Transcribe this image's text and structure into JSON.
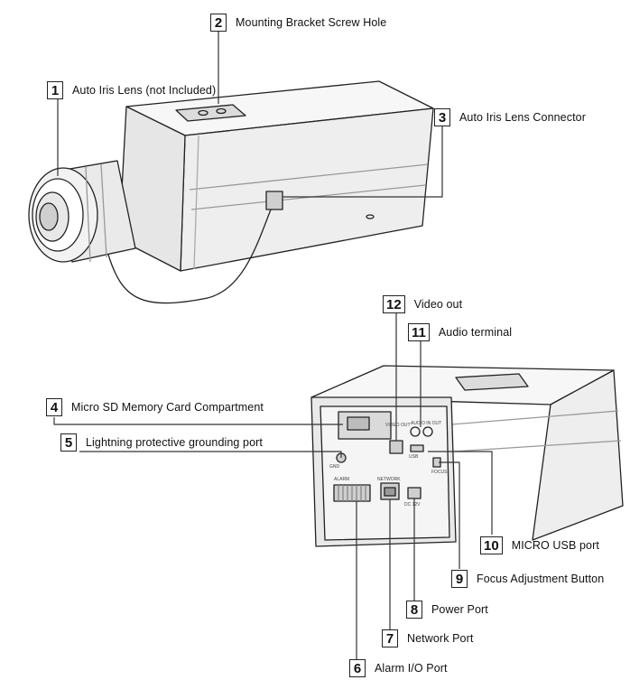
{
  "callouts": [
    {
      "num": "1",
      "label": "Auto Iris Lens (not Included)"
    },
    {
      "num": "2",
      "label": "Mounting Bracket Screw Hole"
    },
    {
      "num": "3",
      "label": "Auto Iris Lens Connector"
    },
    {
      "num": "4",
      "label": "Micro SD Memory Card Compartment"
    },
    {
      "num": "5",
      "label": "Lightning protective grounding port"
    },
    {
      "num": "6",
      "label": "Alarm I/O Port"
    },
    {
      "num": "7",
      "label": "Network Port"
    },
    {
      "num": "8",
      "label": "Power Port"
    },
    {
      "num": "9",
      "label": "Focus Adjustment Button"
    },
    {
      "num": "10",
      "label": "MICRO USB port"
    },
    {
      "num": "11",
      "label": "Audio terminal"
    },
    {
      "num": "12",
      "label": "Video out"
    }
  ],
  "panel_labels": {
    "video": "VIDEO OUT",
    "audio": "AUDIO IN OUT",
    "usb": "USB",
    "focus": "FOCUS",
    "ground": "GND",
    "network": "NETWORK",
    "power": "DC 12V",
    "alarm": "ALARM"
  },
  "colors": {
    "line": "#222222",
    "body": "#f4f4f4",
    "shade": "#d9d9d9"
  }
}
